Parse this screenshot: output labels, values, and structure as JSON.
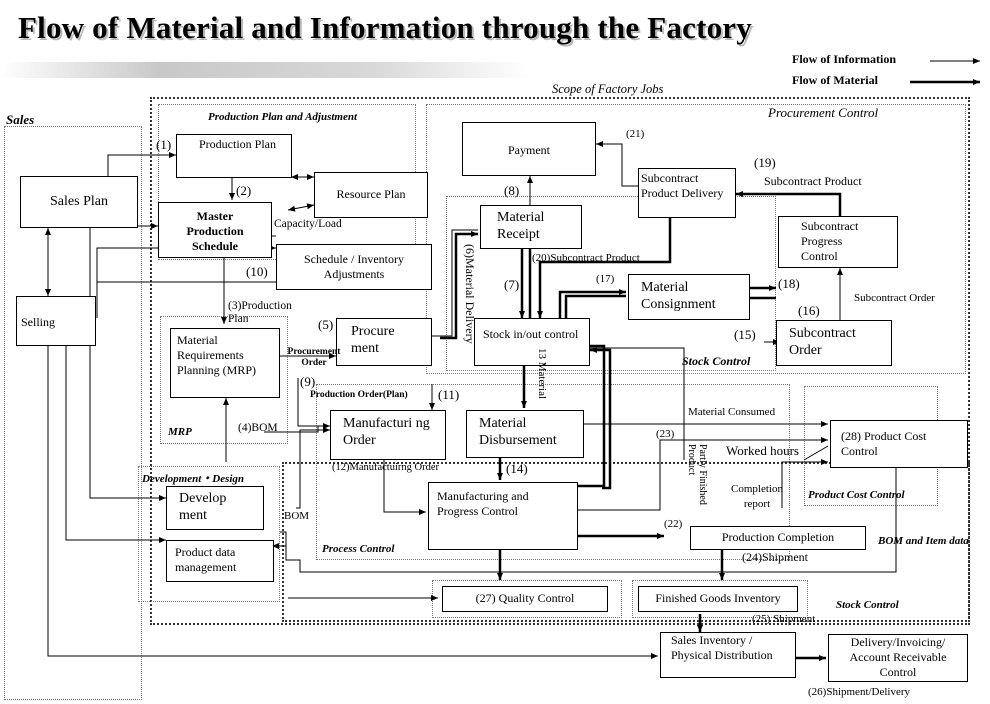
{
  "title": "Flow of Material and Information through the Factory",
  "legend": {
    "information": "Flow of Information",
    "material": "Flow of Material"
  },
  "regions": {
    "scope": "Scope of Factory Jobs",
    "sales": "Sales",
    "production_plan": "Production Plan and Adjustment",
    "procurement": "Procurement Control",
    "stock_control_mid": "Stock Control",
    "mrp": "MRP",
    "development": "Development・Design",
    "process": "Process Control",
    "cost": "Product Cost Control",
    "bom_item": "BOM and Item data",
    "stock_control_bottom": "Stock Control"
  },
  "boxes": {
    "sales_plan": "Sales Plan",
    "selling": "Selling",
    "production_plan": "Production Plan",
    "resource_plan": "Resource Plan",
    "mps": "Master Production Schedule",
    "schedule_inv": "Schedule / Inventory Adjustments",
    "mrp": "Material Requirements Planning (MRP)",
    "procurement": "Procure ment",
    "payment": "Payment",
    "material_receipt": "Material Receipt",
    "subcontract_delivery": "Subcontract Product Delivery",
    "subcontract_progress": "Subcontract Progress Control",
    "stock_inout": "Stock in/out control",
    "material_consignment": "Material Consignment",
    "subcontract_order": "Subcontract Order",
    "manufacturing_order": "Manufacturi ng Order",
    "material_disbursement": "Material Disbursement",
    "product_cost": "(28) Product Cost Control",
    "development": "Develop ment",
    "product_data": "Product data management",
    "mpc": "Manufacturing and Progress Control",
    "production_completion": "Production Completion",
    "quality_control": "(27) Quality Control",
    "finished_goods": "Finished Goods Inventory",
    "sales_inventory": "Sales Inventory / Physical Distribution",
    "delivery_invoicing": "Delivery/Invoicing/ Account Receivable Control"
  },
  "labels": {
    "n1": "(1)",
    "n2": "(2)",
    "n3": "(3)Production Plan",
    "n4": "(4)BOM",
    "n5": "(5)",
    "n6": "(6)Material Delivery",
    "n7": "(7)",
    "n8": "(8)",
    "n9": "(9)",
    "n10": "(10)",
    "n11": "(11)",
    "n12": "(12)Manufactuirng Order",
    "n13": "13 Material",
    "n14": "(14)",
    "n15": "(15)",
    "n16": "(16)",
    "n17": "(17)",
    "n18": "(18)",
    "n19": "(19)",
    "n20": "(20)Subcontract Product",
    "n21": "(21)",
    "n22": "(22)",
    "n23": "(23)",
    "n24": "(24)Shipment",
    "n25": "(25) Shipment",
    "n26": "(26)Shipment/Delivery",
    "capacity_load": "Capacity/Load",
    "procurement_order": "Procurement Order",
    "production_order_plan": "Production Order(Plan)",
    "material_consumed": "Material Consumed",
    "worked_hours": "Worked hours",
    "completion_report": "Completion report",
    "partly_finished": "Partly Finished Product",
    "subcontract_product": "Subcontract Product",
    "subcontract_order_lbl": "Subcontract Order",
    "bom": "BOM"
  }
}
